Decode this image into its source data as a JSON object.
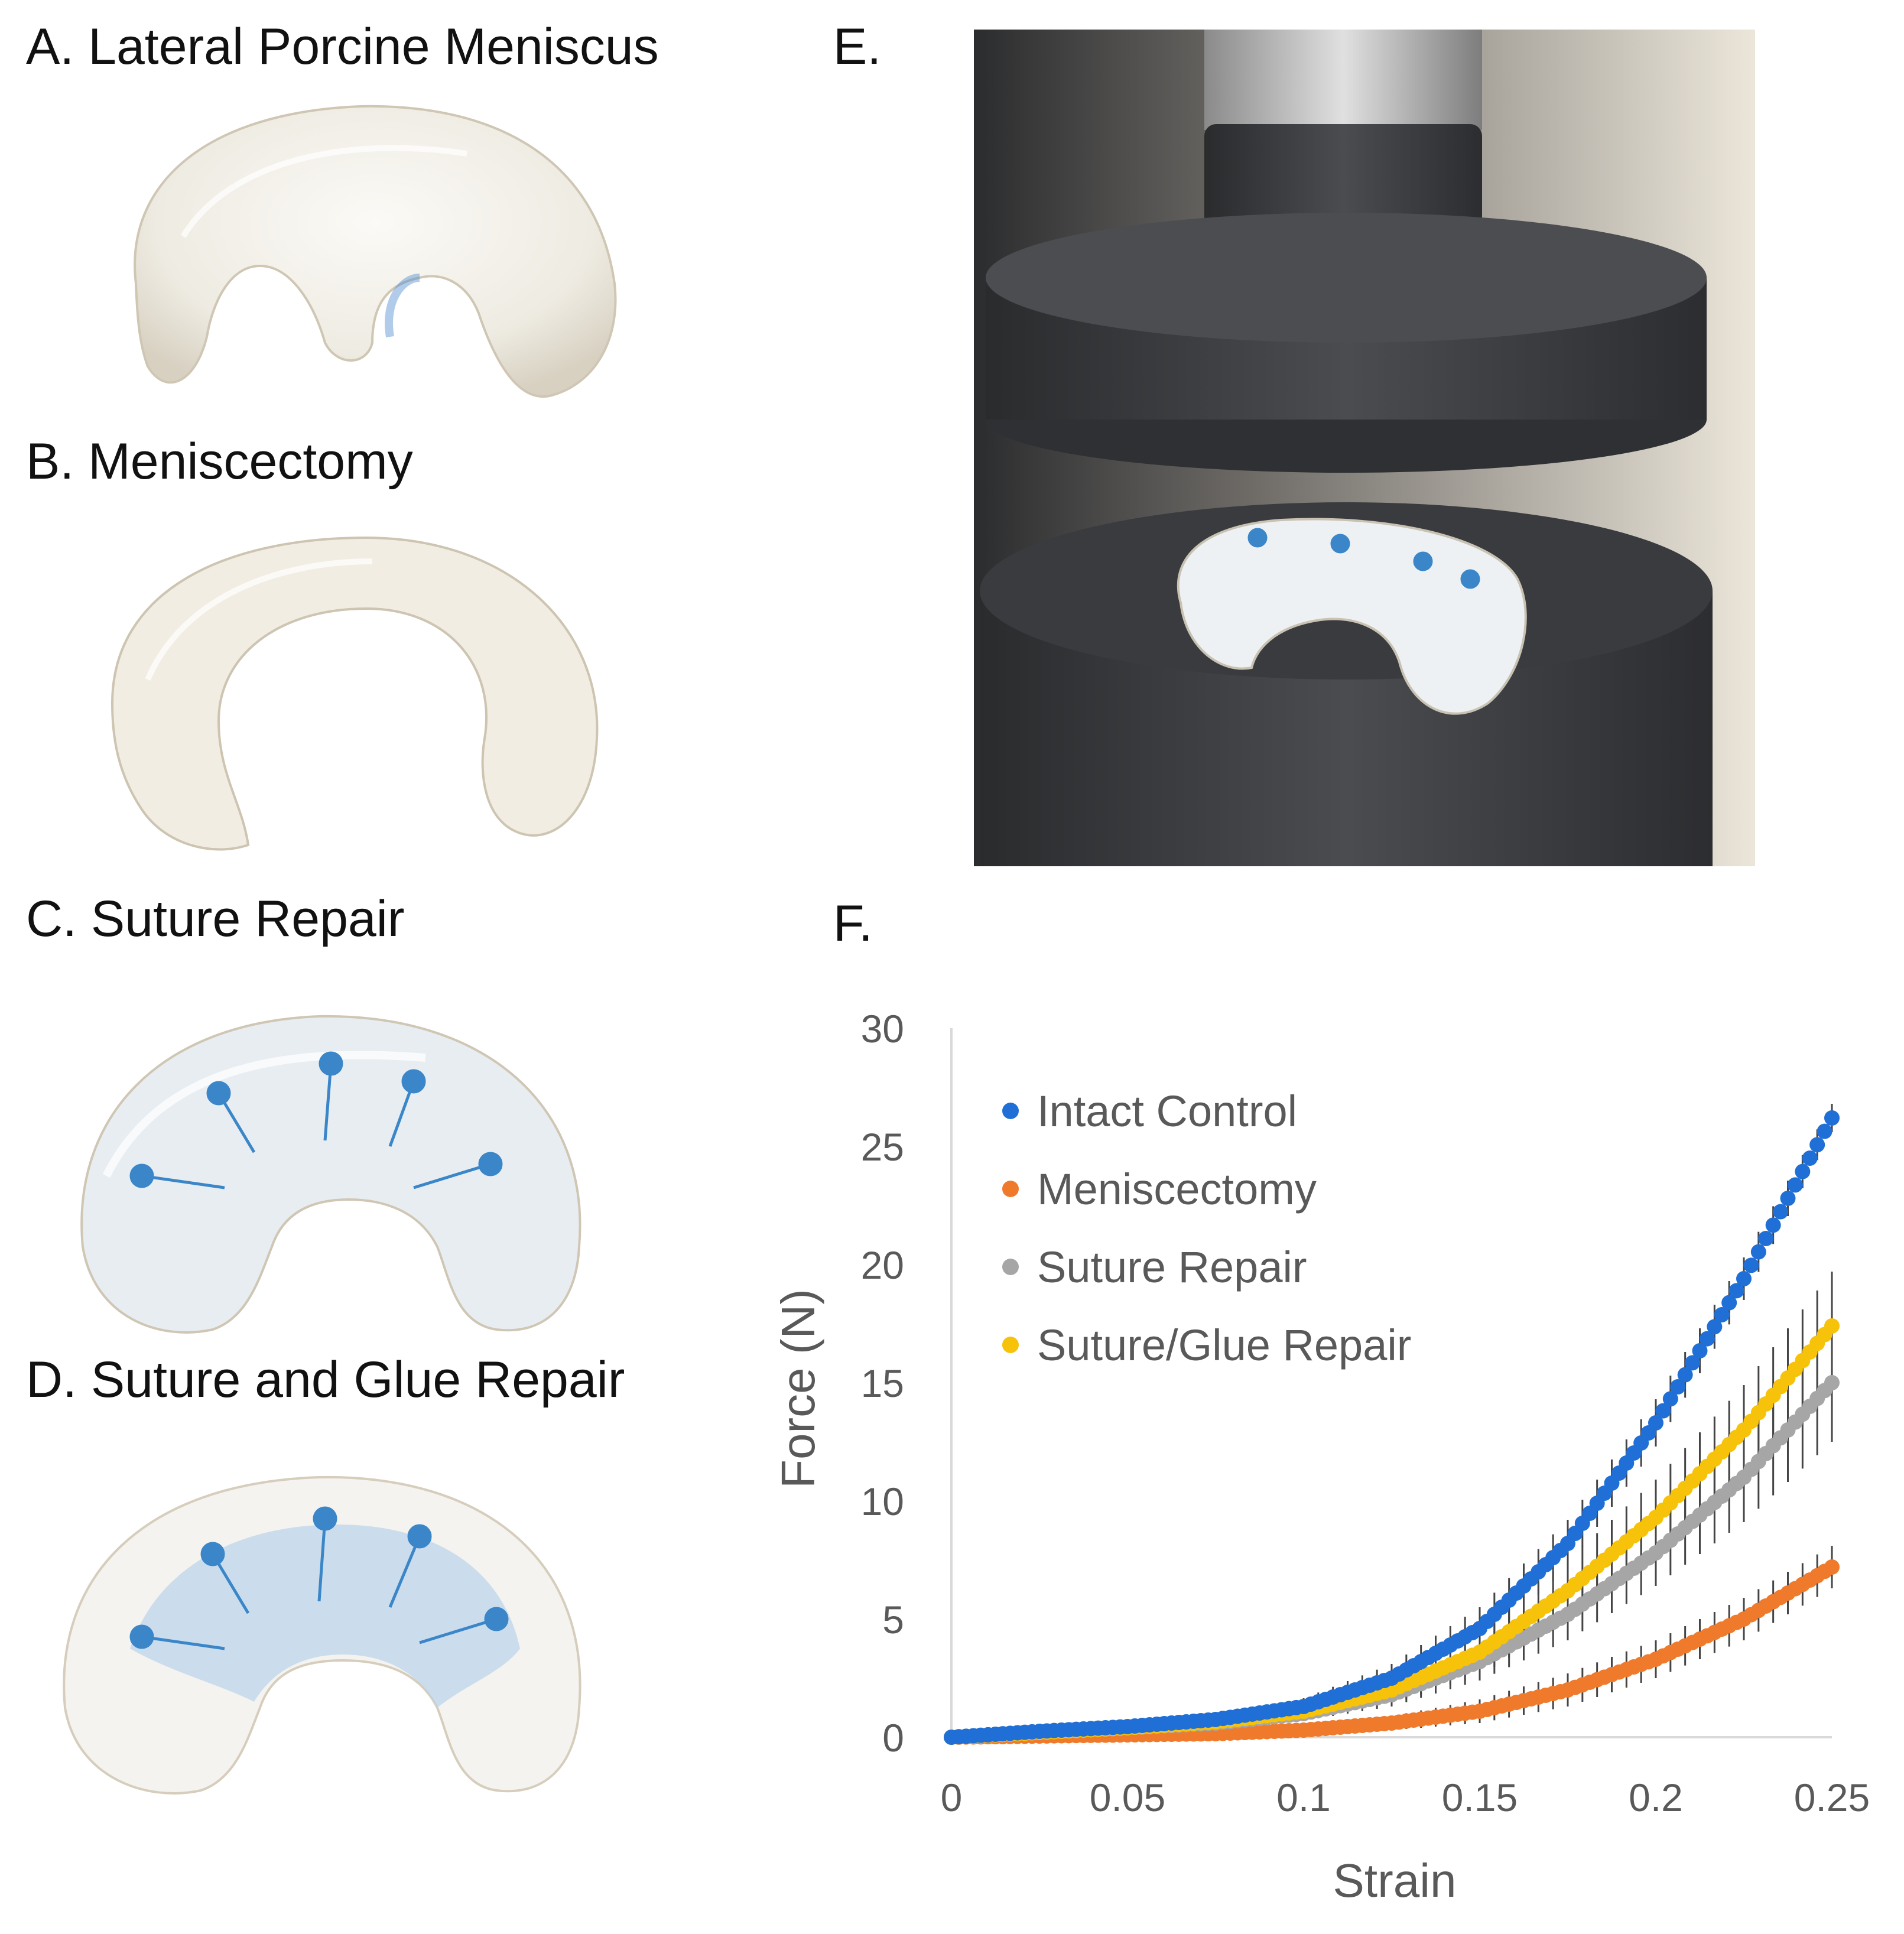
{
  "panels": {
    "a": {
      "label": "A. Lateral Porcine Meniscus"
    },
    "b": {
      "label": "B. Meniscectomy"
    },
    "c": {
      "label": "C. Suture Repair"
    },
    "d": {
      "label": "D. Suture and Glue Repair"
    },
    "e": {
      "label": "E."
    },
    "f": {
      "label": "F."
    }
  },
  "colors": {
    "tissue": "#f2efe6",
    "tissue_shadow": "#d9d2c3",
    "suture_blue": "#3a86c8",
    "metal_dark": "#3b3d40",
    "steel": "#b9b9b9",
    "wall": "#efe9dd",
    "error_bar": "#444444"
  },
  "chart_data": {
    "type": "scatter",
    "xlabel": "Strain",
    "ylabel": "Force (N)",
    "xlim": [
      0,
      0.25
    ],
    "ylim": [
      0,
      30
    ],
    "xticks": [
      "0",
      "0.05",
      "0.1",
      "0.15",
      "0.2",
      "0.25"
    ],
    "yticks": [
      "0",
      "5",
      "10",
      "15",
      "20",
      "25",
      "30"
    ],
    "grid": false,
    "legend_position": "top-left",
    "error_bars": true,
    "series": [
      {
        "name": "Intact Control",
        "color": "#1f6fd6",
        "x": [
          0,
          0.025,
          0.05,
          0.075,
          0.1,
          0.125,
          0.15,
          0.175,
          0.2,
          0.225,
          0.25
        ],
        "y": [
          0,
          0.25,
          0.45,
          0.75,
          1.3,
          2.5,
          4.6,
          8.2,
          13.3,
          19.4,
          26.2
        ],
        "err": [
          0,
          0.05,
          0.1,
          0.2,
          0.35,
          0.6,
          0.9,
          1.0,
          1.0,
          0.9,
          0.6
        ]
      },
      {
        "name": "Meniscectomy",
        "color": "#f07a2c",
        "x": [
          0,
          0.025,
          0.05,
          0.075,
          0.1,
          0.125,
          0.15,
          0.175,
          0.2,
          0.225,
          0.25
        ],
        "y": [
          0,
          0.05,
          0.1,
          0.15,
          0.3,
          0.6,
          1.1,
          2.0,
          3.3,
          5.0,
          7.2
        ],
        "err": [
          0,
          0.02,
          0.05,
          0.08,
          0.15,
          0.3,
          0.5,
          0.7,
          0.8,
          0.9,
          0.9
        ]
      },
      {
        "name": "Suture Repair",
        "color": "#a6a6a6",
        "x": [
          0,
          0.025,
          0.05,
          0.075,
          0.1,
          0.125,
          0.15,
          0.175,
          0.2,
          0.225,
          0.25
        ],
        "y": [
          0,
          0.2,
          0.4,
          0.6,
          1.0,
          1.8,
          3.2,
          5.2,
          7.8,
          11.0,
          15.0
        ],
        "err": [
          0,
          0.05,
          0.1,
          0.2,
          0.3,
          0.5,
          0.8,
          1.1,
          1.4,
          1.9,
          2.5
        ]
      },
      {
        "name": "Suture/Glue Repair",
        "color": "#f7c20a",
        "x": [
          0,
          0.025,
          0.05,
          0.075,
          0.1,
          0.125,
          0.15,
          0.175,
          0.2,
          0.225,
          0.25
        ],
        "y": [
          0,
          0.2,
          0.4,
          0.65,
          1.1,
          2.0,
          3.6,
          6.2,
          9.3,
          13.0,
          17.4
        ],
        "err": [
          0,
          0.05,
          0.1,
          0.2,
          0.35,
          0.6,
          1.0,
          1.3,
          1.6,
          1.9,
          2.3
        ]
      }
    ]
  }
}
